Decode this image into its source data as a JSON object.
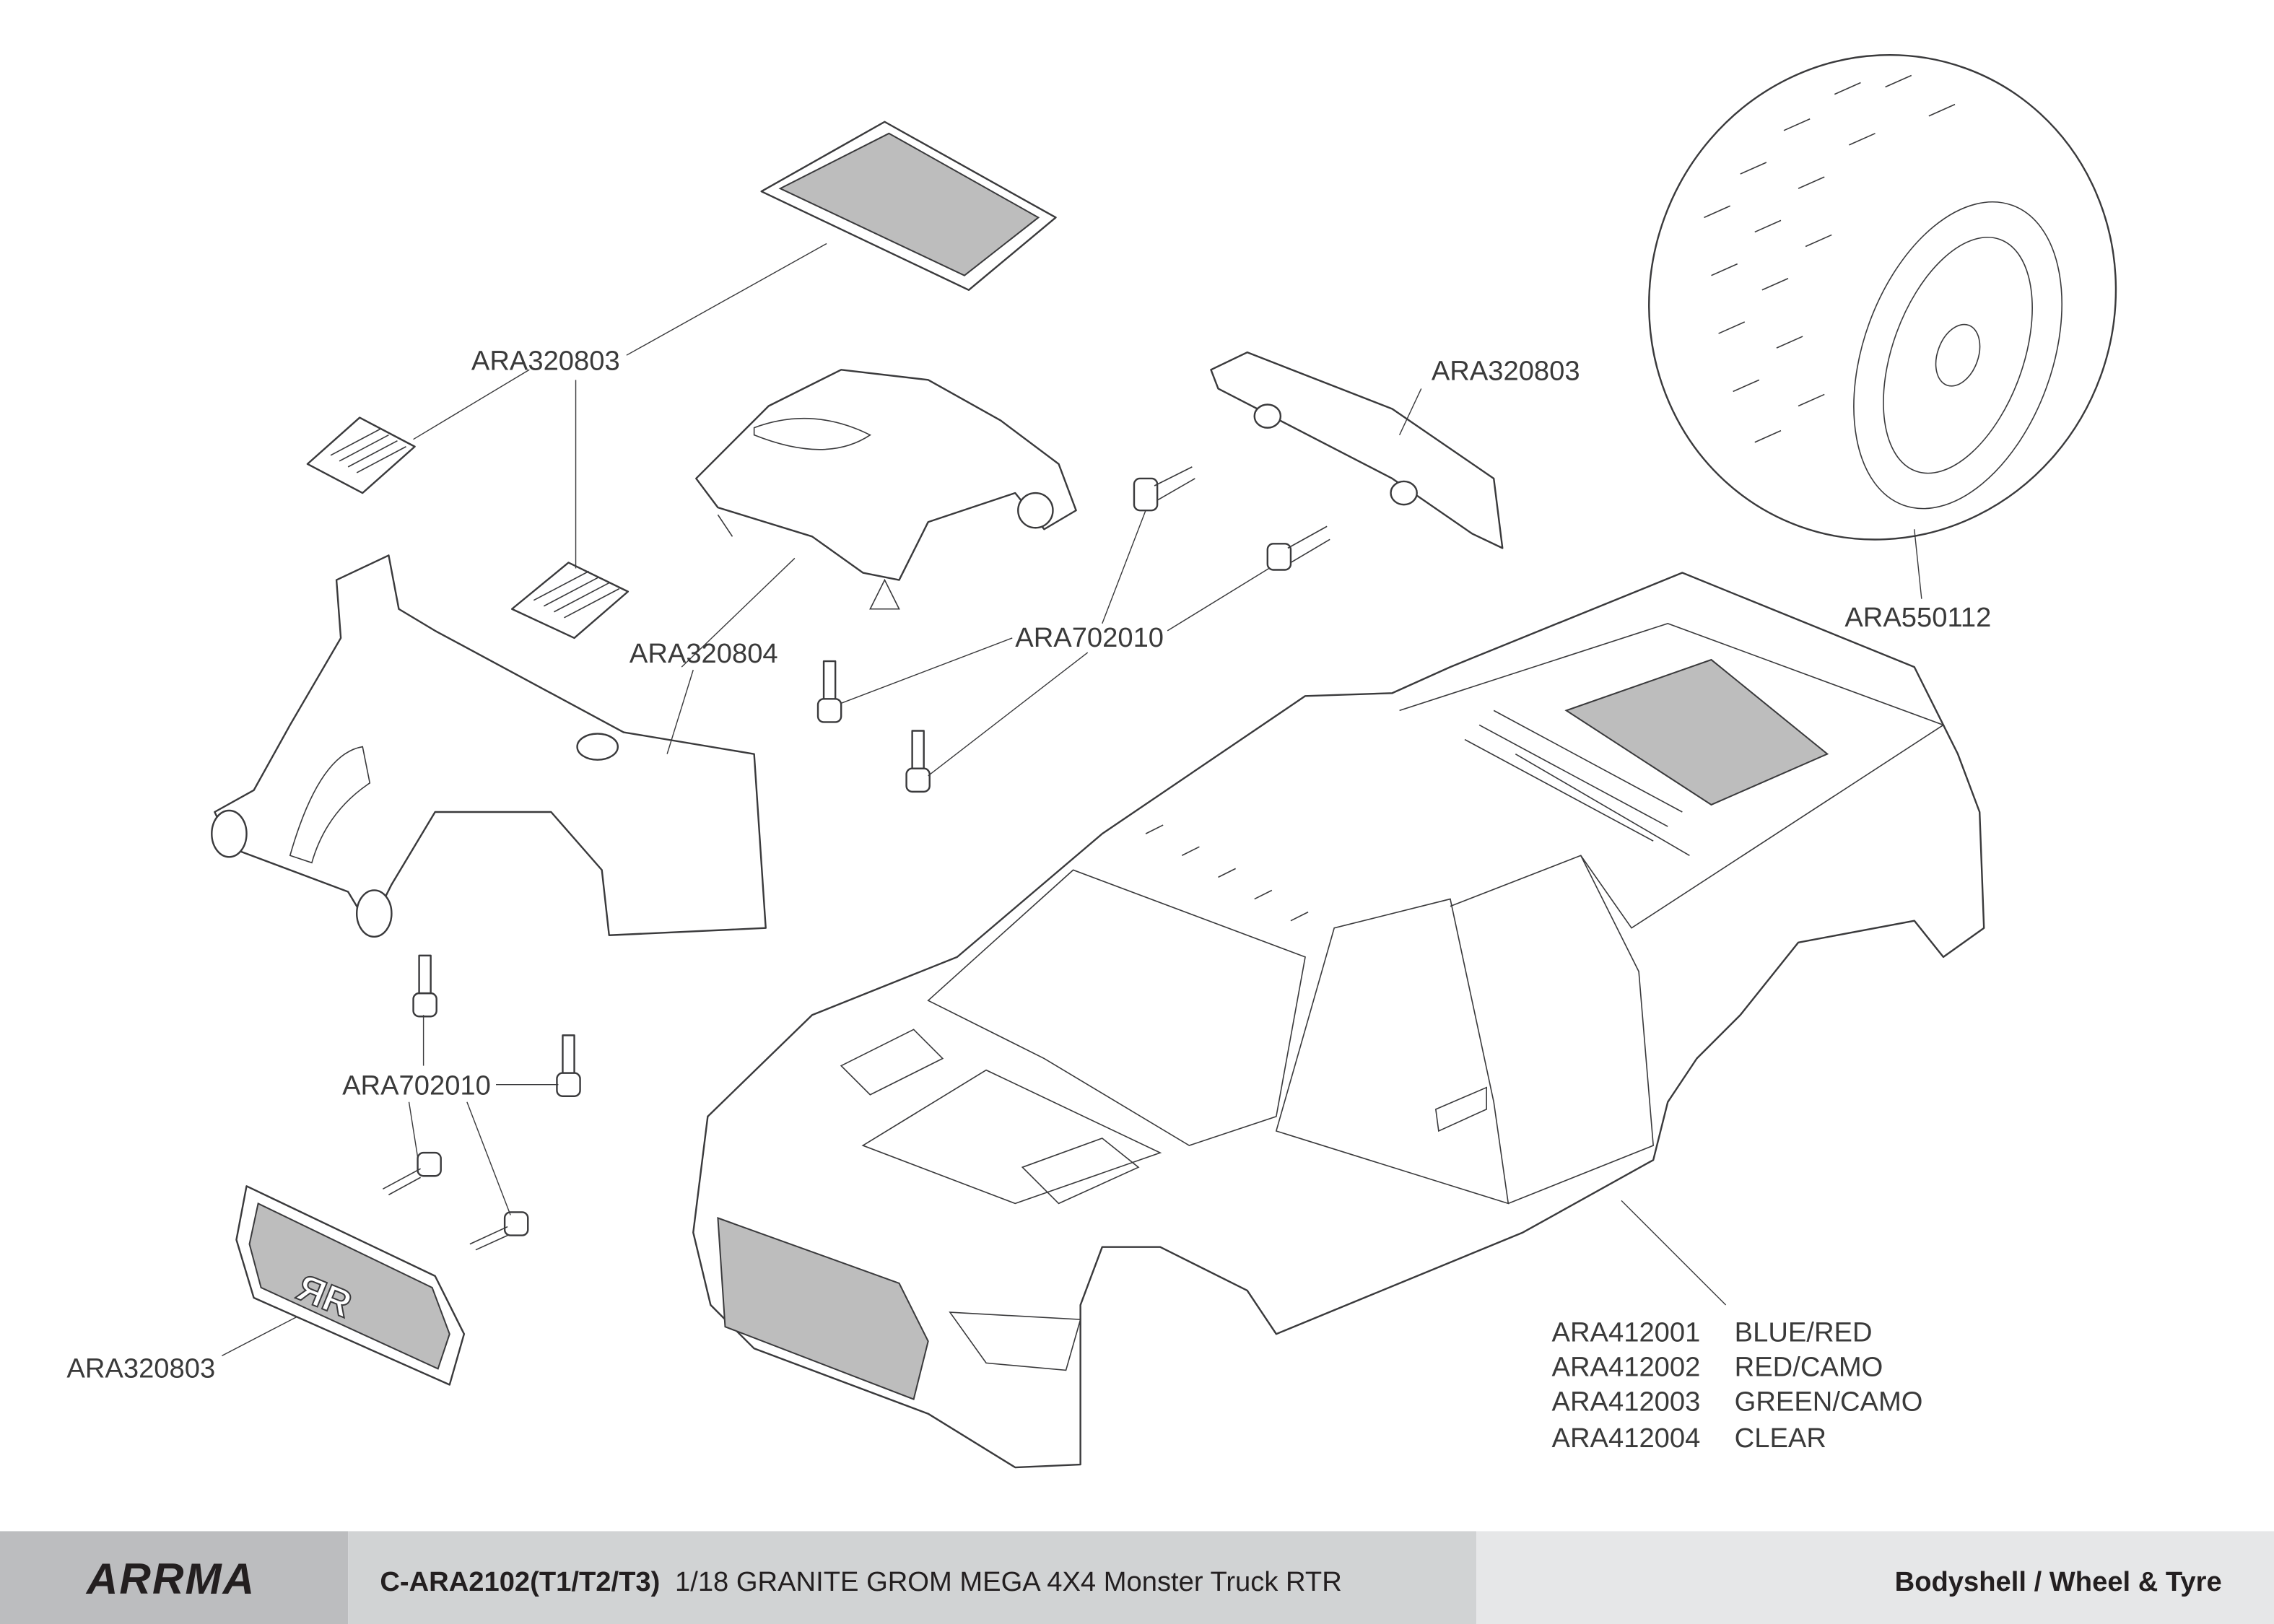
{
  "callouts": {
    "top_panel": "ARA320803",
    "spoiler": "ARA320803",
    "tyre": "ARA550112",
    "cage": "ARA320804",
    "screws_upper": "ARA702010",
    "screws_lower": "ARA702010",
    "grille": "ARA320803"
  },
  "body_variants": [
    {
      "part": "ARA412001",
      "color": "BLUE/RED"
    },
    {
      "part": "ARA412002",
      "color": "RED/CAMO"
    },
    {
      "part": "ARA412003",
      "color": "GREEN/CAMO"
    },
    {
      "part": "ARA412004",
      "color": "CLEAR"
    }
  ],
  "footer": {
    "logo": "ARRMA",
    "model_code": "C-ARA2102(T1/T2/T3)",
    "model_name": "1/18 GRANITE GROM MEGA 4X4 Monster Truck RTR",
    "section": "Bodyshell / Wheel & Tyre",
    "colors": {
      "logo_bg": "#bcbdbf",
      "title_bg": "#d1d3d4",
      "section_bg": "#e6e7e8"
    }
  }
}
